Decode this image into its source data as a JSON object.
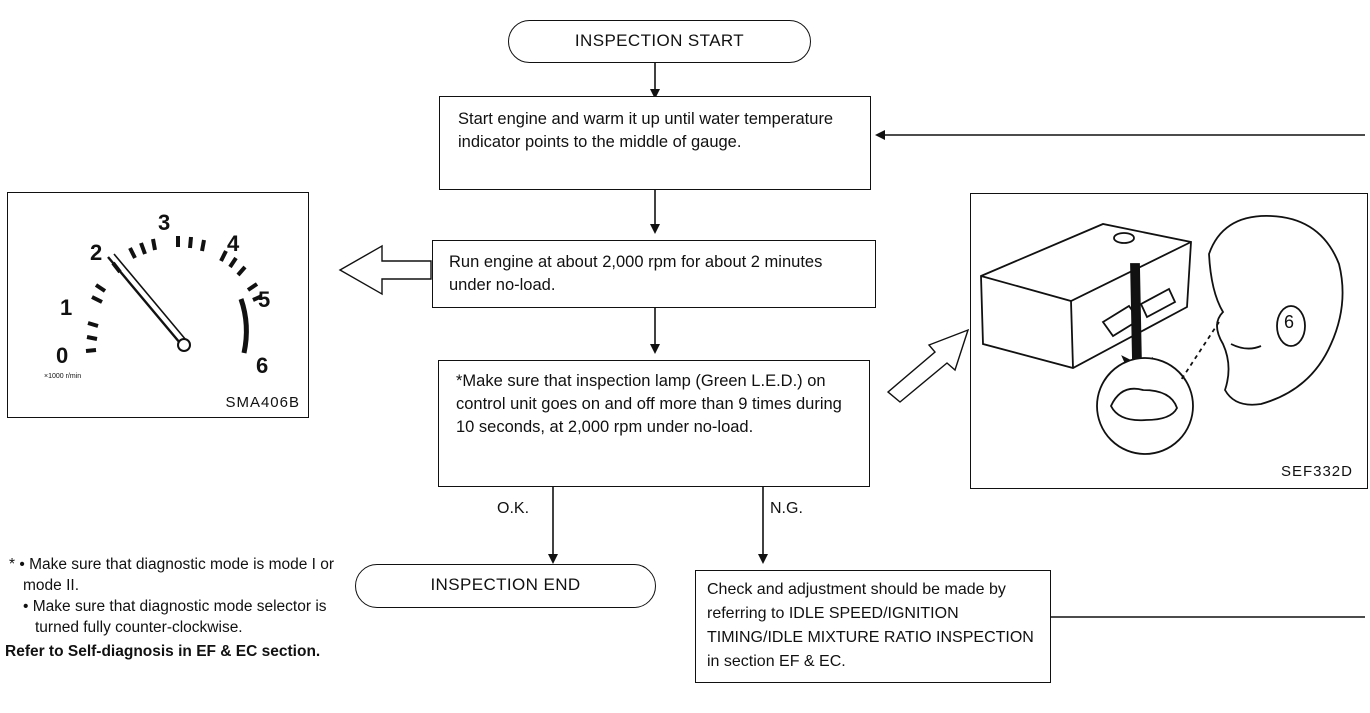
{
  "flow": {
    "start": "INSPECTION START",
    "step1": "Start engine and warm it up until water temperature indicator points to the middle of gauge.",
    "step2": "Run engine at about 2,000 rpm for about 2 minutes under no-load.",
    "step3": "*Make sure that inspection lamp (Green L.E.D.) on control unit goes on and off more than 9 times during 10 seconds, at 2,000 rpm under no-load.",
    "ok_label": "O.K.",
    "ng_label": "N.G.",
    "end": "INSPECTION END",
    "ng_action": "Check and adjustment should be made by referring to IDLE SPEED/IGNITION TIMING/IDLE MIXTURE RATIO INSPECTION in section EF & EC."
  },
  "tachometer": {
    "ticks": [
      "0",
      "1",
      "2",
      "3",
      "4",
      "5",
      "6"
    ],
    "unit": "×1000 r/min",
    "code": "SMA406B"
  },
  "control_unit": {
    "code": "SEF332D",
    "face_label": "6"
  },
  "note": {
    "bullet1": "* • Make sure that diagnostic mode is mode I or mode II.",
    "bullet2": "• Make sure that diagnostic mode selector is turned fully counter-clockwise.",
    "reference": "Refer to Self-diagnosis in EF & EC section."
  }
}
